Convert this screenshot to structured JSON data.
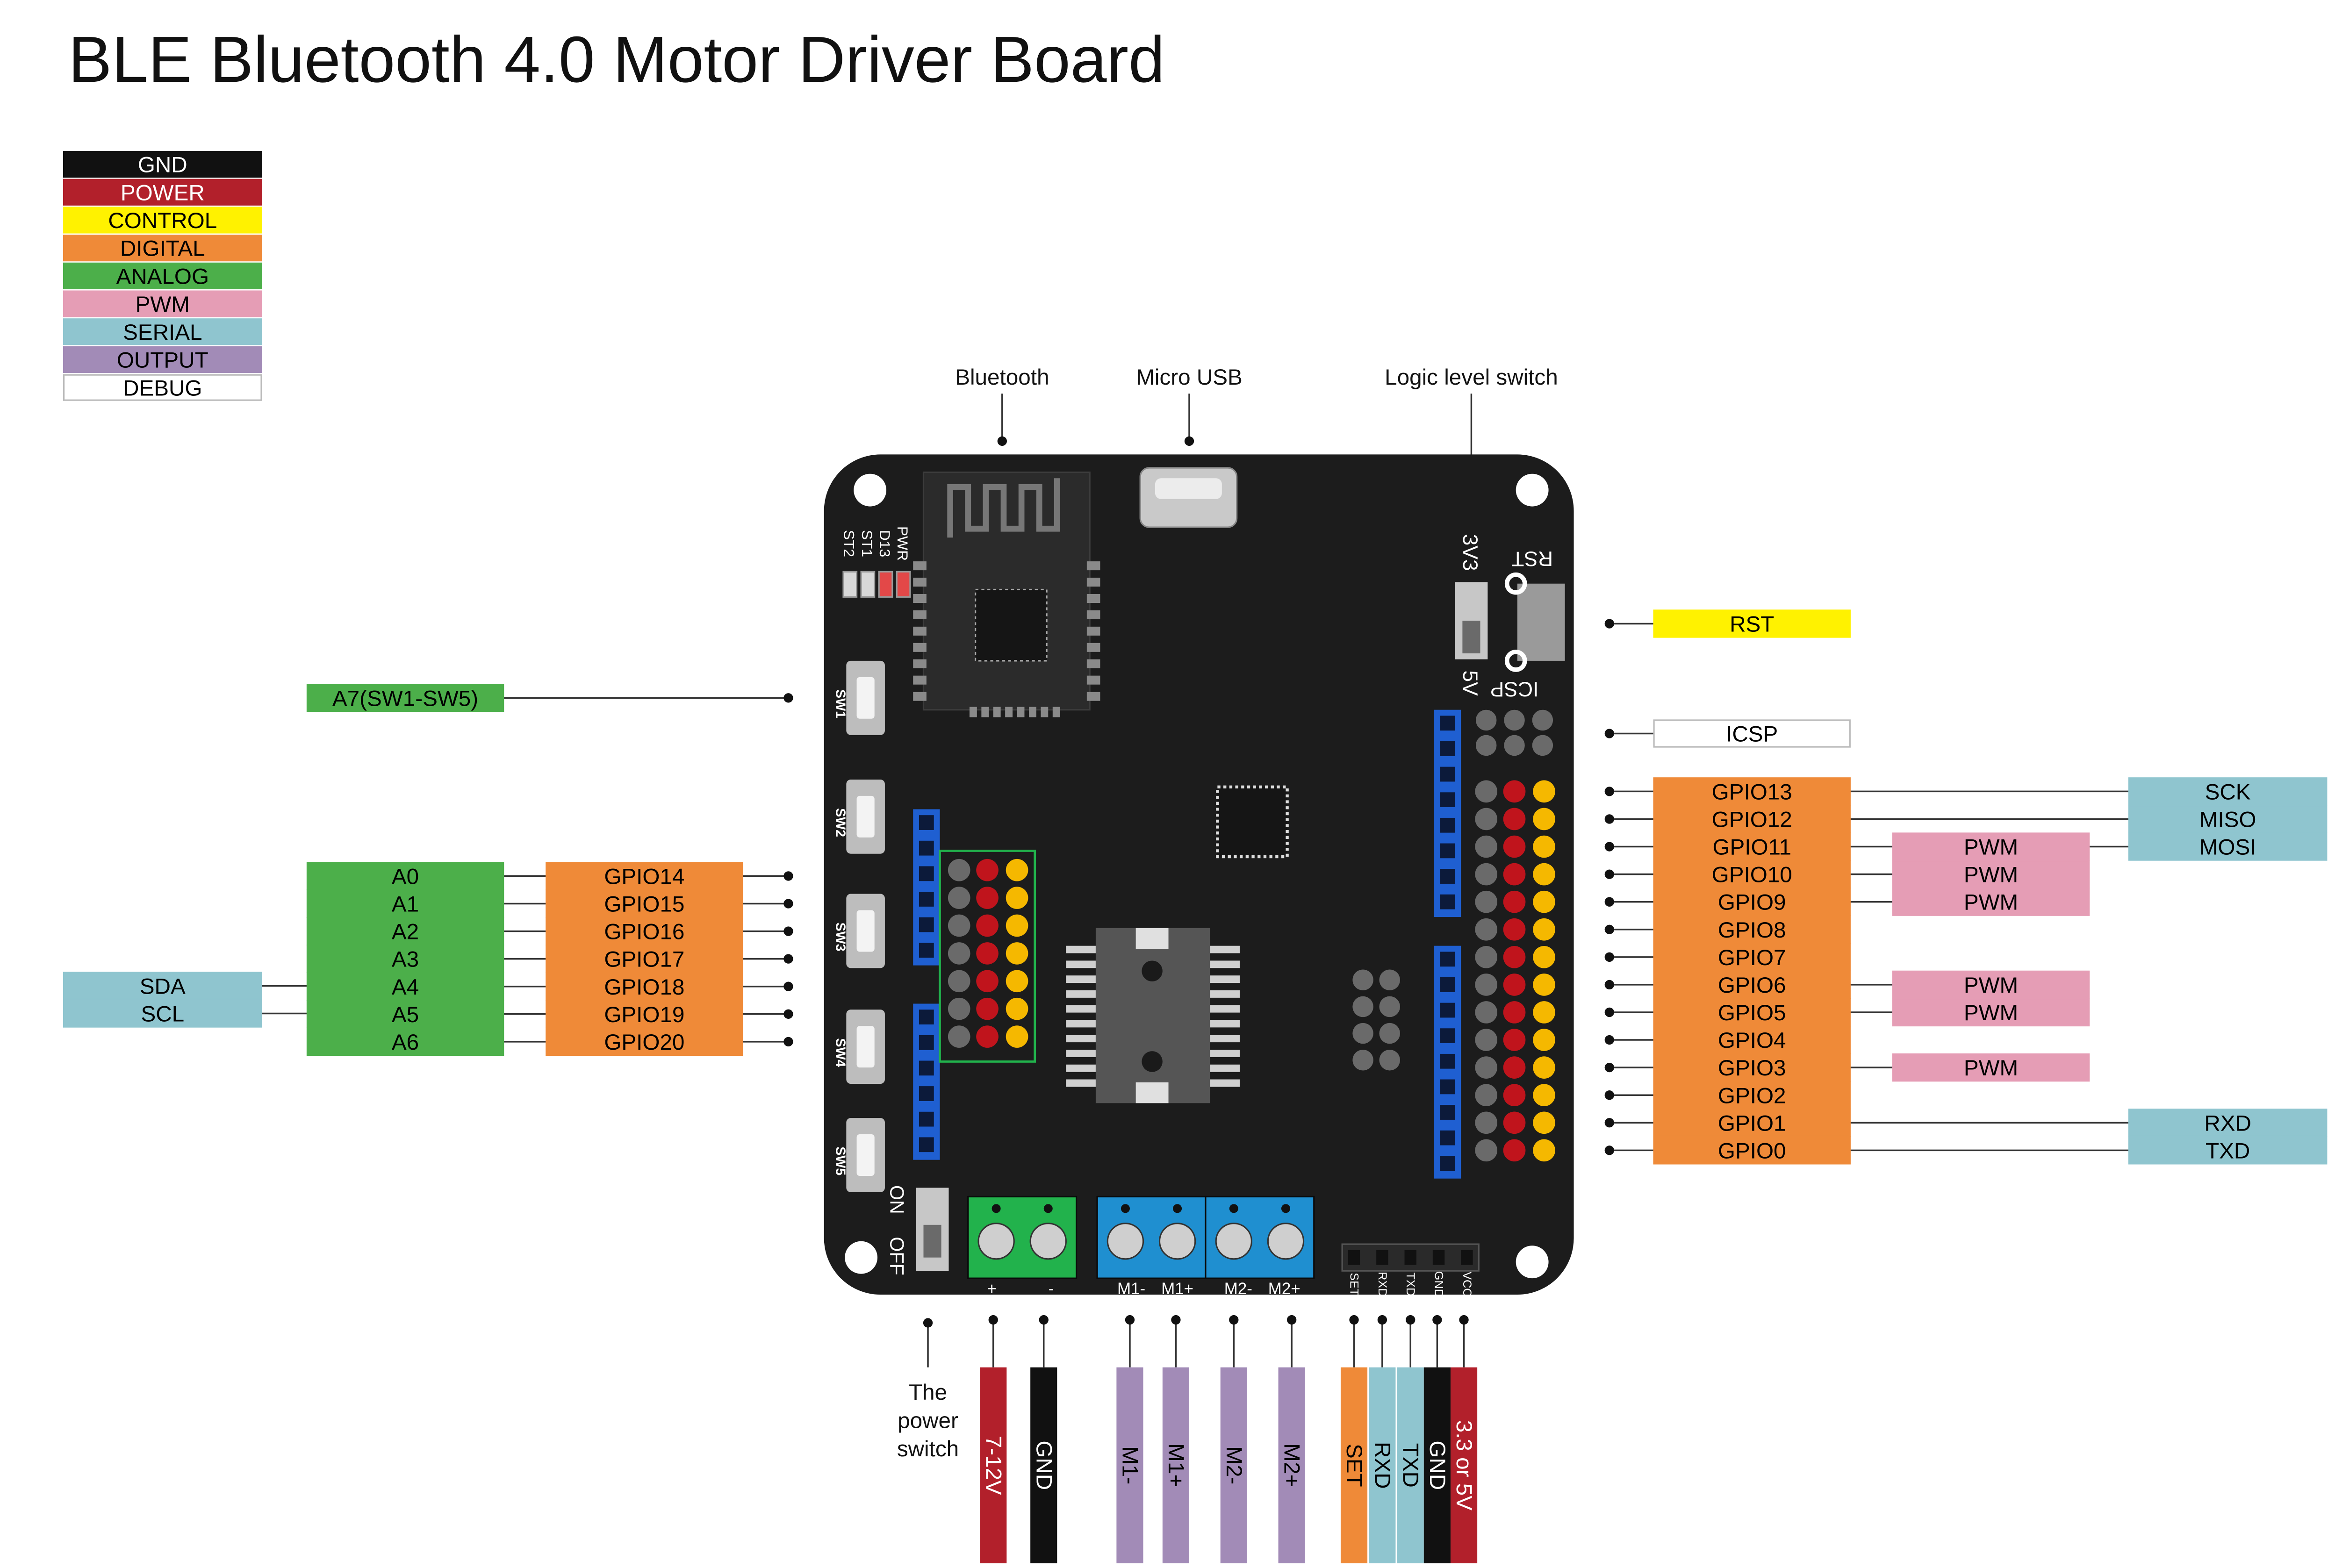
{
  "title": "BLE Bluetooth 4.0 Motor Driver Board",
  "legend": [
    {
      "label": "GND",
      "color": "#111111",
      "text": "#ffffff"
    },
    {
      "label": "POWER",
      "color": "#b2202b",
      "text": "#ffffff"
    },
    {
      "label": "CONTROL",
      "color": "#fff200",
      "text": "#000000"
    },
    {
      "label": "DIGITAL",
      "color": "#ef8a38",
      "text": "#000000"
    },
    {
      "label": "ANALOG",
      "color": "#4caf4a",
      "text": "#000000"
    },
    {
      "label": "PWM",
      "color": "#e59db5",
      "text": "#000000"
    },
    {
      "label": "SERIAL",
      "color": "#8fc5cf",
      "text": "#000000"
    },
    {
      "label": "OUTPUT",
      "color": "#a28bb7",
      "text": "#000000"
    },
    {
      "label": "DEBUG",
      "color": "#ffffff",
      "text": "#000000"
    }
  ],
  "colors": {
    "board": "#1c1c1c",
    "header_blue": "#1f5fd1",
    "header_red": "#c0141c",
    "header_yellow": "#f5b800",
    "terminal_green": "#22b24c",
    "terminal_blue": "#1f8fd0",
    "line": "#333333"
  },
  "callouts": {
    "bluetooth": "Bluetooth",
    "micro_usb": "Micro USB",
    "logic_switch": "Logic level switch",
    "power_switch": [
      "The",
      "power",
      "switch"
    ]
  },
  "board_labels": {
    "leds": [
      "ST2",
      "ST1",
      "D13",
      "PWR"
    ],
    "buttons": [
      "SW1",
      "SW2",
      "SW3",
      "SW4",
      "SW5"
    ],
    "v33": "3V3",
    "v5": "5V",
    "rst": "RST",
    "icsp": "ICSP",
    "on": "ON",
    "off": "OFF",
    "terminals": [
      "+",
      "-",
      "M1-",
      "M1+",
      "M2-",
      "M2+"
    ],
    "serial_header": [
      "SET",
      "RXD",
      "TXD",
      "GND",
      "VCC"
    ]
  },
  "left": {
    "sw_label": "A7(SW1-SW5)",
    "analog": [
      "A0",
      "A1",
      "A2",
      "A3",
      "A4",
      "A5",
      "A6"
    ],
    "gpio": [
      "GPIO14",
      "GPIO15",
      "GPIO16",
      "GPIO17",
      "GPIO18",
      "GPIO19",
      "GPIO20"
    ],
    "serial": [
      "SDA",
      "SCL"
    ]
  },
  "right": {
    "rst": "RST",
    "icsp": "ICSP",
    "gpio": [
      "GPIO13",
      "GPIO12",
      "GPIO11",
      "GPIO10",
      "GPIO9",
      "GPIO8",
      "GPIO7",
      "GPIO6",
      "GPIO5",
      "GPIO4",
      "GPIO3",
      "GPIO2",
      "GPIO1",
      "GPIO0"
    ],
    "pwm": [
      "",
      "",
      "PWM",
      "PWM",
      "PWM",
      "",
      "",
      "PWM",
      "PWM",
      "",
      "PWM",
      "",
      "",
      ""
    ],
    "serial": [
      "SCK",
      "MISO",
      "MOSI",
      "",
      "",
      "",
      "",
      "",
      "",
      "",
      "",
      "",
      "RXD",
      "TXD"
    ]
  },
  "bottom": [
    {
      "label": "7-12V",
      "kind": "POWER"
    },
    {
      "label": "GND",
      "kind": "GND"
    },
    {
      "label": "M1-",
      "kind": "OUTPUT"
    },
    {
      "label": "M1+",
      "kind": "OUTPUT"
    },
    {
      "label": "M2-",
      "kind": "OUTPUT"
    },
    {
      "label": "M2+",
      "kind": "OUTPUT"
    },
    {
      "label": "SET",
      "kind": "DIGITAL"
    },
    {
      "label": "RXD",
      "kind": "SERIAL"
    },
    {
      "label": "TXD",
      "kind": "SERIAL"
    },
    {
      "label": "GND",
      "kind": "GND"
    },
    {
      "label": "3.3 or 5V",
      "kind": "POWER"
    }
  ]
}
